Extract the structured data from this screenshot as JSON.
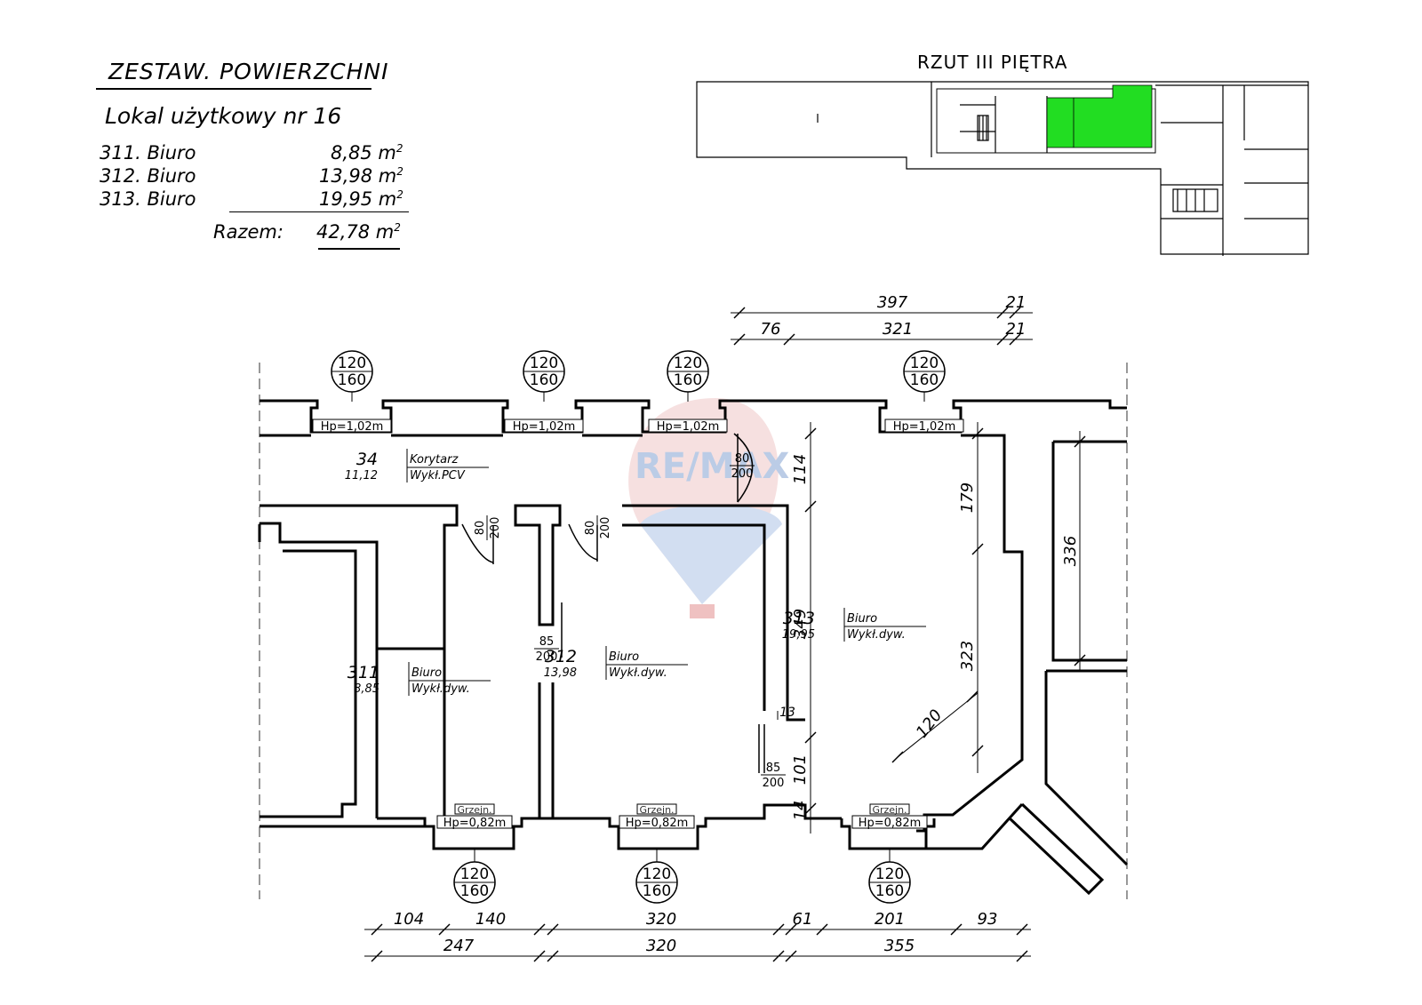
{
  "summary": {
    "heading": "ZESTAW. POWIERZCHNI",
    "unit": "Lokal użytkowy nr 16",
    "rooms": [
      {
        "no": "311.",
        "name": "Biuro",
        "area": "8,85 m",
        "sup": "2"
      },
      {
        "no": "312.",
        "name": "Biuro",
        "area": "13,98 m",
        "sup": "2"
      },
      {
        "no": "313.",
        "name": "Biuro",
        "area": "19,95 m",
        "sup": "2"
      }
    ],
    "total_label": "Razem:",
    "total_area": "42,78 m",
    "total_sup": "2"
  },
  "key_plan": {
    "title": "RZUT III PIĘTRA",
    "highlight_color": "#22dd22"
  },
  "plan": {
    "wall_color": "#000000",
    "watermark_text": "RE/MAX",
    "windows_top": [
      {
        "size_w": "120",
        "size_h": "160",
        "hp": "Hp=1,02m"
      },
      {
        "size_w": "120",
        "size_h": "160",
        "hp": "Hp=1,02m"
      },
      {
        "size_w": "120",
        "size_h": "160",
        "hp": "Hp=1,02m"
      },
      {
        "size_w": "120",
        "size_h": "160",
        "hp": "Hp=1,02m"
      }
    ],
    "windows_bottom": [
      {
        "size_w": "120",
        "size_h": "160",
        "hp": "Hp=0,82m",
        "radiator": "Grzejn."
      },
      {
        "size_w": "120",
        "size_h": "160",
        "hp": "Hp=0,82m",
        "radiator": "Grzejn."
      },
      {
        "size_w": "120",
        "size_h": "160",
        "hp": "Hp=0,82m",
        "radiator": "Grzejn."
      }
    ],
    "rooms": [
      {
        "no": "34",
        "name": "Korytarz",
        "area": "11,12",
        "floor": "Wykł.PCV"
      },
      {
        "no": "311",
        "name": "Biuro",
        "area": "8,85",
        "floor": "Wykł.dyw."
      },
      {
        "no": "312",
        "name": "Biuro",
        "area": "13,98",
        "floor": "Wykł.dyw."
      },
      {
        "no": "313",
        "name": "Biuro",
        "area": "19,95",
        "floor": "Wykł.dyw."
      }
    ],
    "doors": [
      {
        "w": "80",
        "h": "200"
      },
      {
        "w": "80",
        "h": "200"
      },
      {
        "w": "80",
        "h": "200"
      },
      {
        "w": "85",
        "h": "200"
      },
      {
        "w": "85",
        "h": "200"
      }
    ],
    "dims_top_row1": [
      "397",
      "21"
    ],
    "dims_top_row2": [
      "76",
      "321",
      "21"
    ],
    "dims_bottom_row1": [
      "104",
      "140",
      "320",
      "61",
      "201",
      "93"
    ],
    "dims_bottom_row2": [
      "247",
      "320",
      "355"
    ],
    "dims_vertical": [
      "114",
      "349",
      "101",
      "14",
      "179",
      "323",
      "336",
      "120",
      "13"
    ]
  }
}
